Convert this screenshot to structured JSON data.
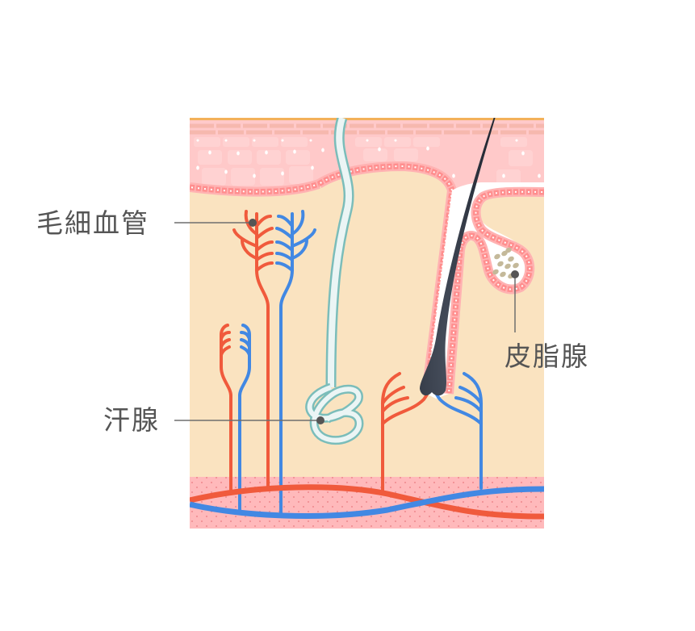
{
  "diagram": {
    "title": "",
    "subject": "skin cross-section",
    "labels": {
      "capillary": "毛細血管",
      "sweat_gland": "汗腺",
      "sebaceous_gland": "皮脂腺"
    },
    "structures": [
      {
        "id": "stratum-corneum",
        "description": "thin orange top line"
      },
      {
        "id": "epidermis",
        "description": "pink cell layers with basal cell row"
      },
      {
        "id": "dermis",
        "description": "beige layer"
      },
      {
        "id": "subcutaneous",
        "description": "dotted pink layer with artery and vein"
      },
      {
        "id": "hair",
        "description": "dark hair shaft and bulb in follicle"
      },
      {
        "id": "sweat-duct",
        "description": "teal tube ending in coiled gland"
      },
      {
        "id": "sebaceous-gland",
        "description": "pocket with oil droplets beside follicle"
      },
      {
        "id": "capillary-loops",
        "description": "red arterial and blue venous loops"
      }
    ],
    "colors": {
      "stratum_corneum": "#F3B15A",
      "epidermis": "#FFC9C9",
      "epidermis_line": "#F6B8AE",
      "basal_cell": "#FF8E8E",
      "dermis": "#FAE3C0",
      "subcutaneous": "#FFB9BB",
      "artery": "#F05A3C",
      "vein": "#4288E3",
      "hair": "#2A303C",
      "sweat_duct_outline": "#7BBDBA",
      "sweat_duct_fill": "#EBF5F5",
      "sebum": "#C4B99A",
      "leader_line": "#6E6E6E",
      "label_text": "#555555"
    }
  }
}
